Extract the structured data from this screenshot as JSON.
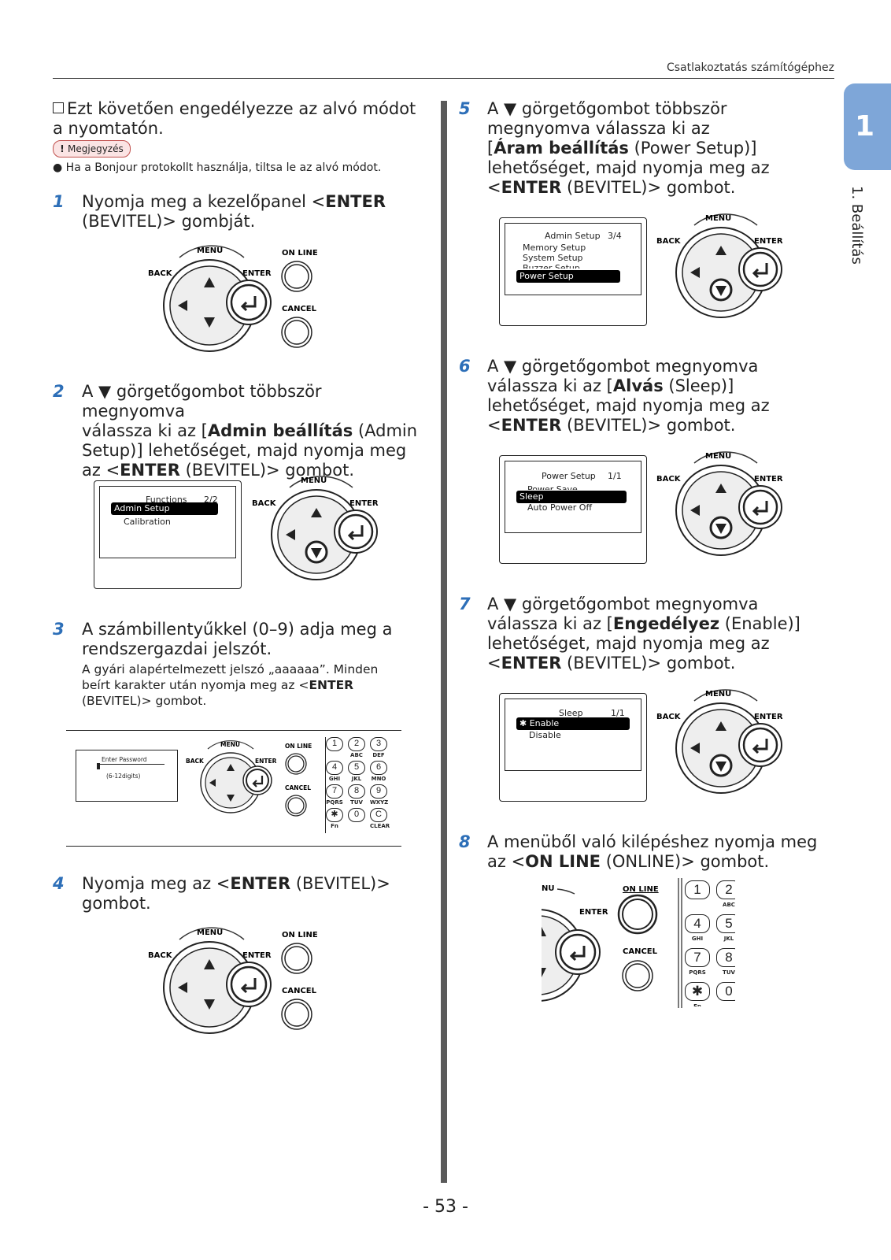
{
  "header": {
    "title": "Csatlakoztatás számítógéphez"
  },
  "side_tab": {
    "number": "1",
    "label": "1. Beállítás"
  },
  "intro": {
    "check_text": "Ezt követően engedélyezze az alvó módot a nyomtatón.",
    "note_badge": "Megjegyzés",
    "note_text": "Ha a Bonjour protokollt használja, tiltsa le az alvó módot."
  },
  "steps": {
    "s1": {
      "num": "1",
      "a": "Nyomja meg a kezelőpanel <",
      "b": "ENTER",
      "c": "(BEVITEL)> gombját."
    },
    "s2": {
      "num": "2",
      "a": "A ▼ görgetőgombot többször megnyomva",
      "b": "válassza ki az [",
      "c": "Admin beállítás",
      "d": " (Admin",
      "e": "Setup)] lehetőséget, majd nyomja meg",
      "f": "az <",
      "g": "ENTER",
      "h": " (BEVITEL)> gombot."
    },
    "s3": {
      "num": "3",
      "a": "A számbillentyűkkel (0–9) adja meg a",
      "b": "rendszergazdai jelszót.",
      "sub1": "A gyári alapértelmezett jelszó „aaaaaa”. Minden",
      "sub2": "beírt karakter után nyomja meg az <",
      "sub2b": "ENTER",
      "sub3": "(BEVITEL)> gombot."
    },
    "s4": {
      "num": "4",
      "a": "Nyomja meg az <",
      "b": "ENTER",
      "c": " (BEVITEL)>",
      "d": "gombot."
    },
    "s5": {
      "num": "5",
      "a": "A ▼ görgetőgombot többször",
      "b": "megnyomva válassza ki az",
      "c": "[",
      "d": "Áram beállítás",
      "e": " (Power Setup)]",
      "f": "lehetőséget, majd nyomja meg az",
      "g": "<",
      "h": "ENTER",
      "i": " (BEVITEL)> gombot."
    },
    "s6": {
      "num": "6",
      "a": "A ▼ görgetőgombot megnyomva",
      "b": "válassza ki az [",
      "c": "Alvás",
      "d": " (Sleep)]",
      "e": "lehetőséget, majd nyomja meg az",
      "f": "<",
      "g": "ENTER",
      "h": " (BEVITEL)> gombot."
    },
    "s7": {
      "num": "7",
      "a": "A ▼ görgetőgombot megnyomva",
      "b": "válassza ki az [",
      "c": "Engedélyez",
      "d": " (Enable)]",
      "e": "lehetőséget, majd nyomja meg az",
      "f": "<",
      "g": "ENTER",
      "h": " (BEVITEL)> gombot."
    },
    "s8": {
      "num": "8",
      "a": "A menüből való kilépéshez nyomja meg",
      "b": "az <",
      "c": "ON LINE",
      "d": " (ONLINE)> gombot."
    }
  },
  "panel_labels": {
    "menu": "MENU",
    "back": "BACK",
    "enter": "ENTER",
    "online": "ON LINE",
    "cancel": "CANCEL"
  },
  "lcd2": {
    "title": "Functions",
    "page": "2/2",
    "selected": "Admin Setup",
    "row2": "Calibration"
  },
  "lcd3": {
    "title": "Enter Password",
    "hint": "(6-12digits)"
  },
  "keypad": {
    "row1": [
      "1",
      "2",
      "3"
    ],
    "sub1": [
      "",
      "ABC",
      "DEF"
    ],
    "row2": [
      "4",
      "5",
      "6"
    ],
    "sub2": [
      "GHI",
      "JKL",
      "MNO"
    ],
    "row3": [
      "7",
      "8",
      "9"
    ],
    "sub3": [
      "PQRS",
      "TUV",
      "WXYZ"
    ],
    "row4": [
      "✱",
      "0",
      "C"
    ],
    "sub4": [
      "Fn",
      "",
      "CLEAR"
    ]
  },
  "lcd5": {
    "title": "Admin Setup",
    "page": "3/4",
    "row1": "Memory Setup",
    "row2": "System Setup",
    "row3": "Buzzer Setup",
    "selected": "Power Setup"
  },
  "lcd6": {
    "title": "Power Setup",
    "page": "1/1",
    "row1": "Power Save",
    "selected": "Sleep",
    "row3": "Auto Power Off"
  },
  "lcd7": {
    "title": "Sleep",
    "page": "1/1",
    "selected": "Enable",
    "row2": "Disable"
  },
  "page_number": "- 53 -"
}
